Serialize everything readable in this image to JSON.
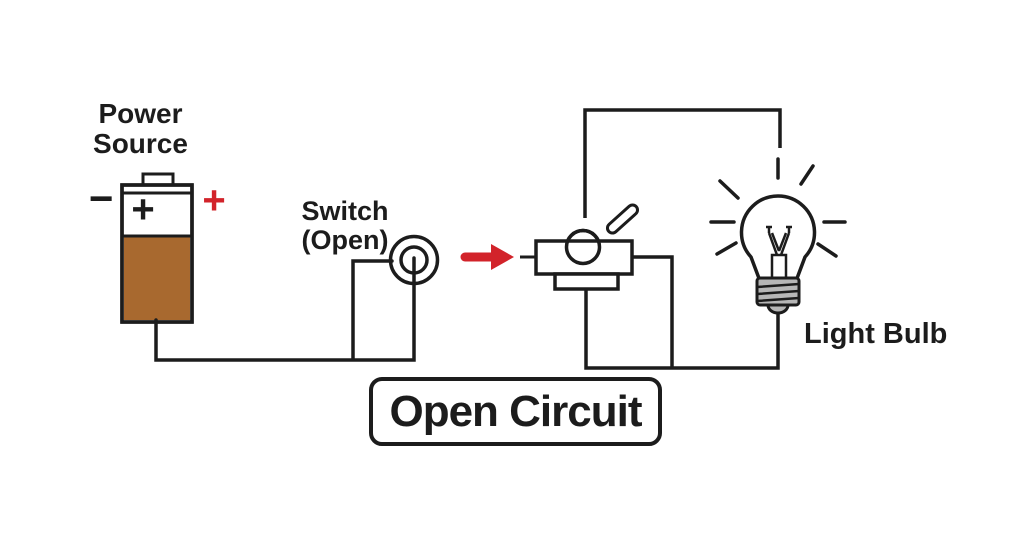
{
  "title": "Open Circuit diagram",
  "colors": {
    "ink": "#1c1c1c",
    "red": "#d2232a",
    "battery_brown": "#a8692f",
    "bulb_base_gray": "#b6b6b6",
    "background": "#ffffff"
  },
  "labels": {
    "power_source_line1": "Power",
    "power_source_line2": "Source",
    "switch_line1": "Switch",
    "switch_line2": "(Open)",
    "light_bulb": "Light Bulb",
    "caption": "Open Circuit"
  },
  "battery": {
    "negative_sign": "−",
    "positive_sign": "+",
    "inner_positive_sign": "+"
  }
}
